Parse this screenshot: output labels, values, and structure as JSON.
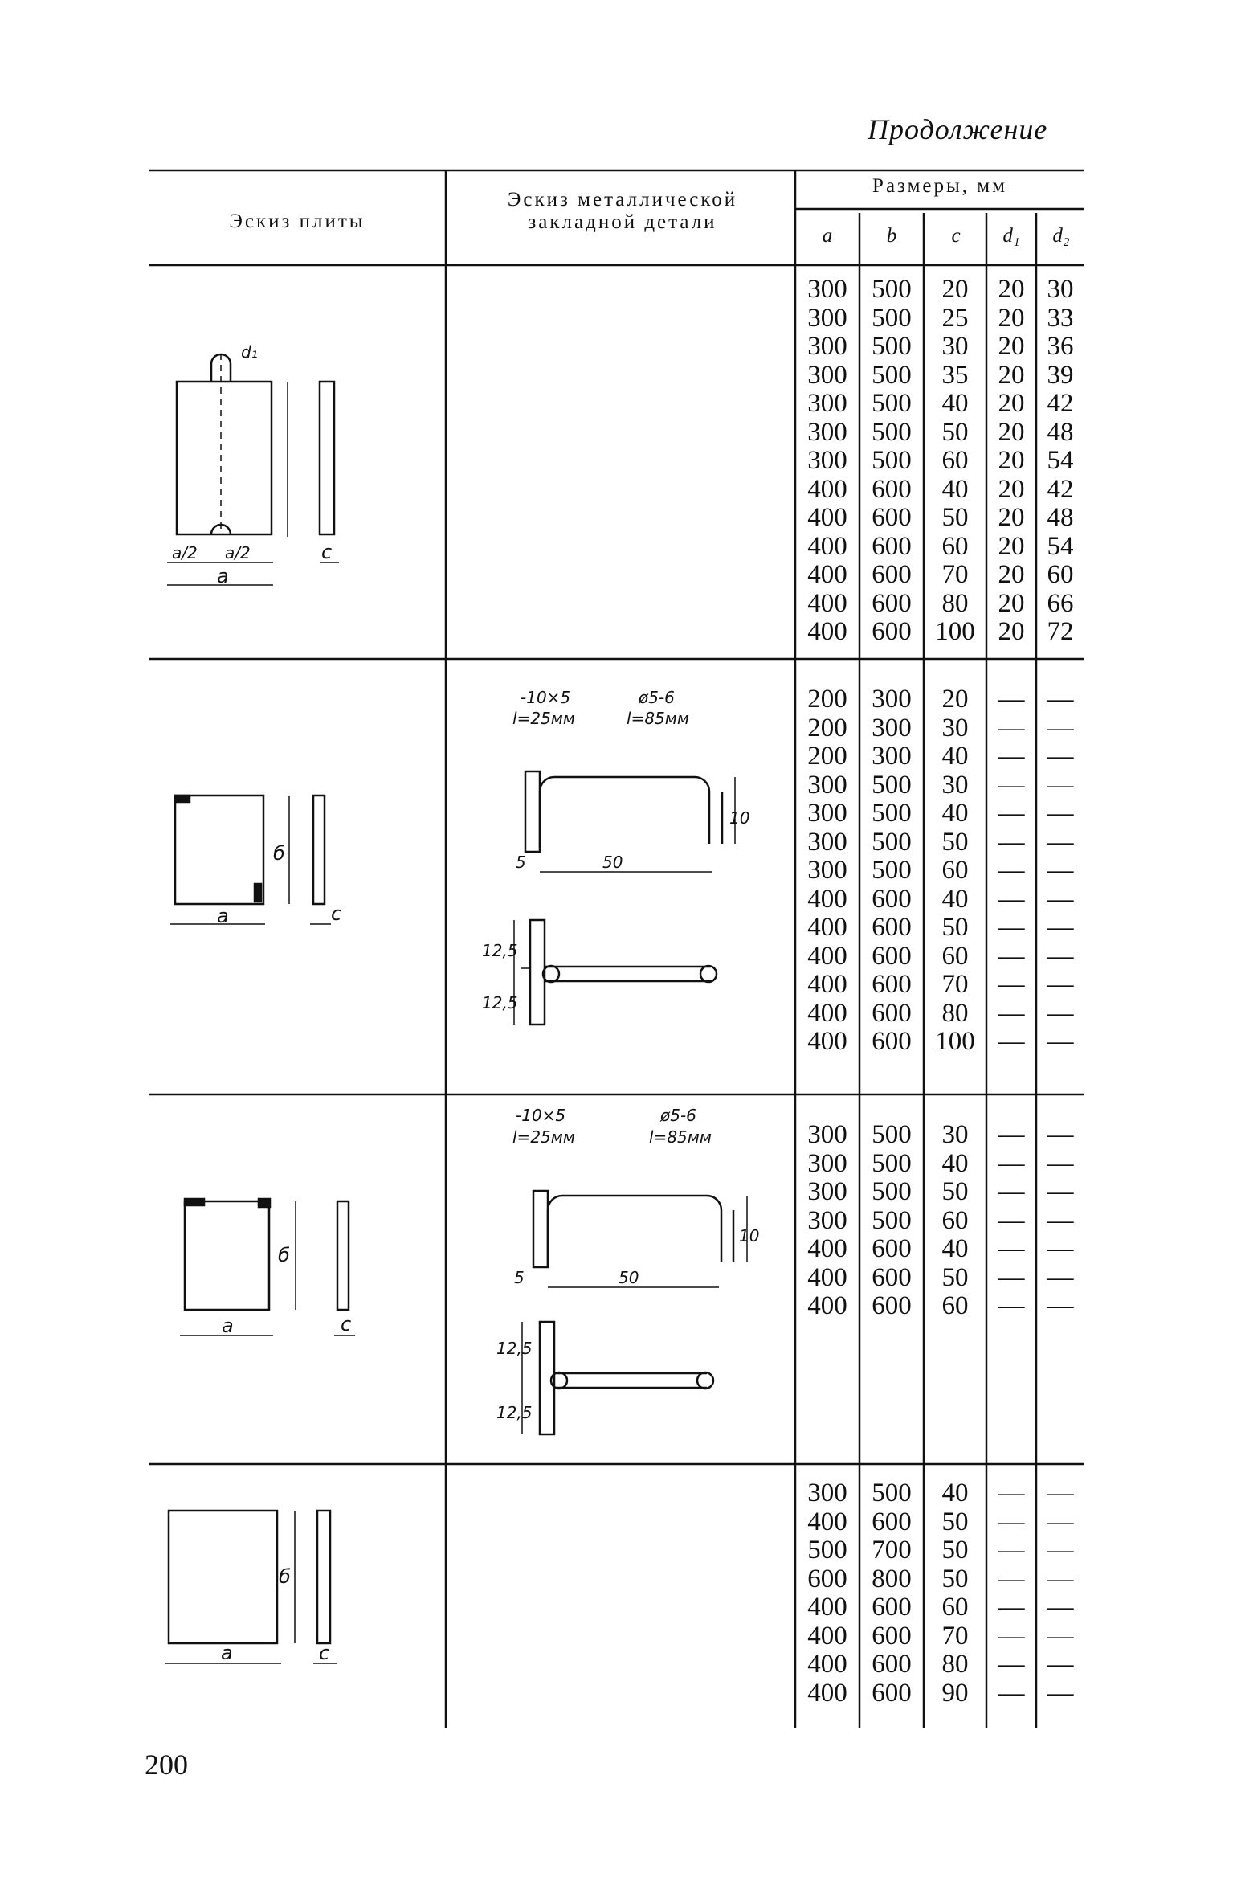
{
  "continuation": "Продолжение",
  "page_number": "200",
  "header": {
    "plate_sketch": "Эскиз плиты",
    "insert_sketch_line1": "Эскиз металлической",
    "insert_sketch_line2": "закладной детали",
    "dimensions": "Размеры, мм",
    "col_a": "a",
    "col_b": "b",
    "col_c": "c",
    "col_d1": "d₁",
    "col_d2": "d₂"
  },
  "sketch_labels": {
    "a": "a",
    "b": "б",
    "c": "c",
    "half_a": "a/2",
    "d1": "d₁",
    "strip": "-10×5",
    "strip_len": "l=25мм",
    "rod": "ø5-6",
    "rod_len": "l=85мм",
    "dim_10": "10",
    "dim_50": "50",
    "dim_5": "5",
    "dim_125": "12,5"
  },
  "sections": [
    {
      "rows": [
        [
          "300",
          "500",
          "20",
          "20",
          "30"
        ],
        [
          "300",
          "500",
          "25",
          "20",
          "33"
        ],
        [
          "300",
          "500",
          "30",
          "20",
          "36"
        ],
        [
          "300",
          "500",
          "35",
          "20",
          "39"
        ],
        [
          "300",
          "500",
          "40",
          "20",
          "42"
        ],
        [
          "300",
          "500",
          "50",
          "20",
          "48"
        ],
        [
          "300",
          "500",
          "60",
          "20",
          "54"
        ],
        [
          "400",
          "600",
          "40",
          "20",
          "42"
        ],
        [
          "400",
          "600",
          "50",
          "20",
          "48"
        ],
        [
          "400",
          "600",
          "60",
          "20",
          "54"
        ],
        [
          "400",
          "600",
          "70",
          "20",
          "60"
        ],
        [
          "400",
          "600",
          "80",
          "20",
          "66"
        ],
        [
          "400",
          "600",
          "100",
          "20",
          "72"
        ]
      ]
    },
    {
      "rows": [
        [
          "200",
          "300",
          "20",
          "—",
          "—"
        ],
        [
          "200",
          "300",
          "30",
          "—",
          "—"
        ],
        [
          "200",
          "300",
          "40",
          "—",
          "—"
        ],
        [
          "300",
          "500",
          "30",
          "—",
          "—"
        ],
        [
          "300",
          "500",
          "40",
          "—",
          "—"
        ],
        [
          "300",
          "500",
          "50",
          "—",
          "—"
        ],
        [
          "300",
          "500",
          "60",
          "—",
          "—"
        ],
        [
          "400",
          "600",
          "40",
          "—",
          "—"
        ],
        [
          "400",
          "600",
          "50",
          "—",
          "—"
        ],
        [
          "400",
          "600",
          "60",
          "—",
          "—"
        ],
        [
          "400",
          "600",
          "70",
          "—",
          "—"
        ],
        [
          "400",
          "600",
          "80",
          "—",
          "—"
        ],
        [
          "400",
          "600",
          "100",
          "—",
          "—"
        ]
      ]
    },
    {
      "rows": [
        [
          "300",
          "500",
          "30",
          "—",
          "—"
        ],
        [
          "300",
          "500",
          "40",
          "—",
          "—"
        ],
        [
          "300",
          "500",
          "50",
          "—",
          "—"
        ],
        [
          "300",
          "500",
          "60",
          "—",
          "—"
        ],
        [
          "400",
          "600",
          "40",
          "—",
          "—"
        ],
        [
          "400",
          "600",
          "50",
          "—",
          "—"
        ],
        [
          "400",
          "600",
          "60",
          "—",
          "—"
        ]
      ]
    },
    {
      "rows": [
        [
          "300",
          "500",
          "40",
          "—",
          "—"
        ],
        [
          "400",
          "600",
          "50",
          "—",
          "—"
        ],
        [
          "500",
          "700",
          "50",
          "—",
          "—"
        ],
        [
          "600",
          "800",
          "50",
          "—",
          "—"
        ],
        [
          "400",
          "600",
          "60",
          "—",
          "—"
        ],
        [
          "400",
          "600",
          "70",
          "—",
          "—"
        ],
        [
          "400",
          "600",
          "80",
          "—",
          "—"
        ],
        [
          "400",
          "600",
          "90",
          "—",
          "—"
        ]
      ]
    }
  ]
}
